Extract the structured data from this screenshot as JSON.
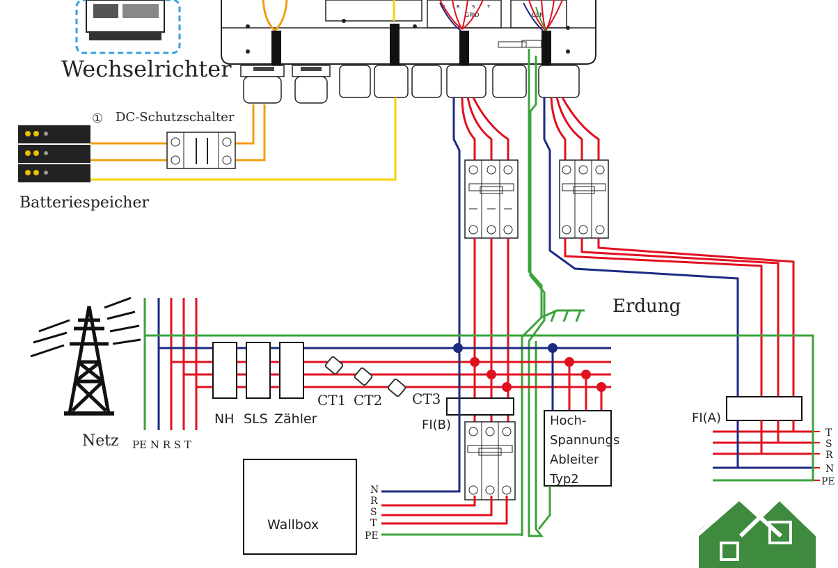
{
  "inverter": {
    "title": "Wechselrichter",
    "port_grid": "GRID",
    "port_gen": "GEN",
    "phase_letters": [
      "N",
      "R",
      "S",
      "T"
    ]
  },
  "dc_breaker": {
    "number": "①",
    "label": "DC-Schutzschalter"
  },
  "battery": {
    "label": "Batteriespeicher"
  },
  "grid": {
    "label": "Netz",
    "phases": "PE N R S T"
  },
  "meter_row": {
    "nh": "NH",
    "sls": "SLS",
    "meter": "Zähler"
  },
  "ct": [
    "CT1",
    "CT2",
    "CT3"
  ],
  "earthing": {
    "label": "Erdung"
  },
  "rcd_b": {
    "label": "FI(B)"
  },
  "rcd_a": {
    "label": "FI(A)"
  },
  "surge_arrester": {
    "lines": [
      "Hoch-",
      "Spannungs",
      "Ableiter",
      "Typ2"
    ]
  },
  "wallbox": {
    "label": "Wallbox",
    "phases": [
      "N",
      "R",
      "S",
      "T",
      "PE"
    ]
  },
  "house": {
    "phases": [
      "T",
      "S",
      "R",
      "N",
      "PE"
    ]
  },
  "colors": {
    "phase": "#e0101e",
    "neutral": "#1c2a80",
    "earth": "#3aa33a",
    "dc": "#f39c12",
    "dc_neg": "#f5d100",
    "house": "#3e8a3e",
    "highlight": "#35a0e0"
  }
}
